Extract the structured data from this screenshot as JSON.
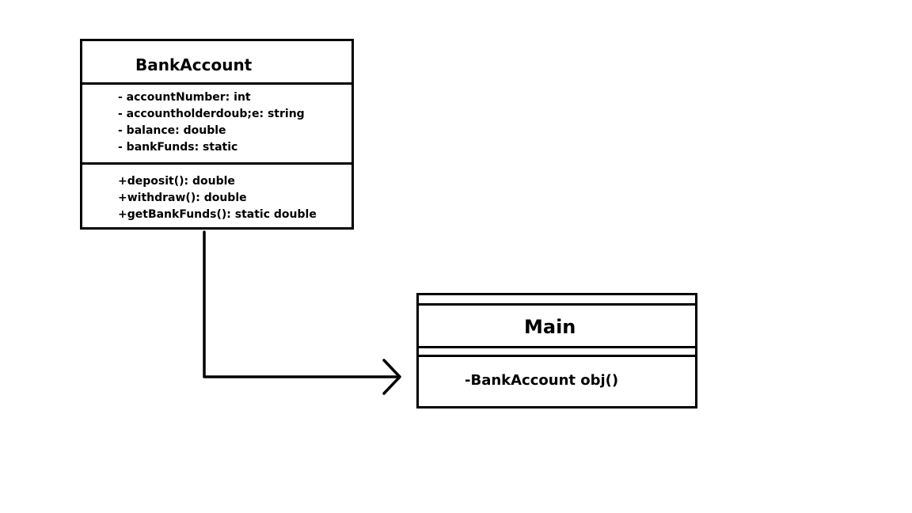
{
  "diagram": {
    "classes": [
      {
        "id": "bank_account",
        "name": "BankAccount",
        "attributes": [
          "- accountNumber: int",
          "- accountholderdoub;e: string",
          "- balance: double",
          "- bankFunds: static"
        ],
        "operations": [
          "+deposit(): double",
          "+withdraw(): double",
          "+getBankFunds(): static double"
        ]
      },
      {
        "id": "main",
        "name": "Main",
        "members": [
          "-BankAccount obj()"
        ]
      }
    ],
    "relationships": [
      {
        "from": "BankAccount",
        "to": "Main",
        "type": "association",
        "arrowhead": "open"
      }
    ]
  }
}
